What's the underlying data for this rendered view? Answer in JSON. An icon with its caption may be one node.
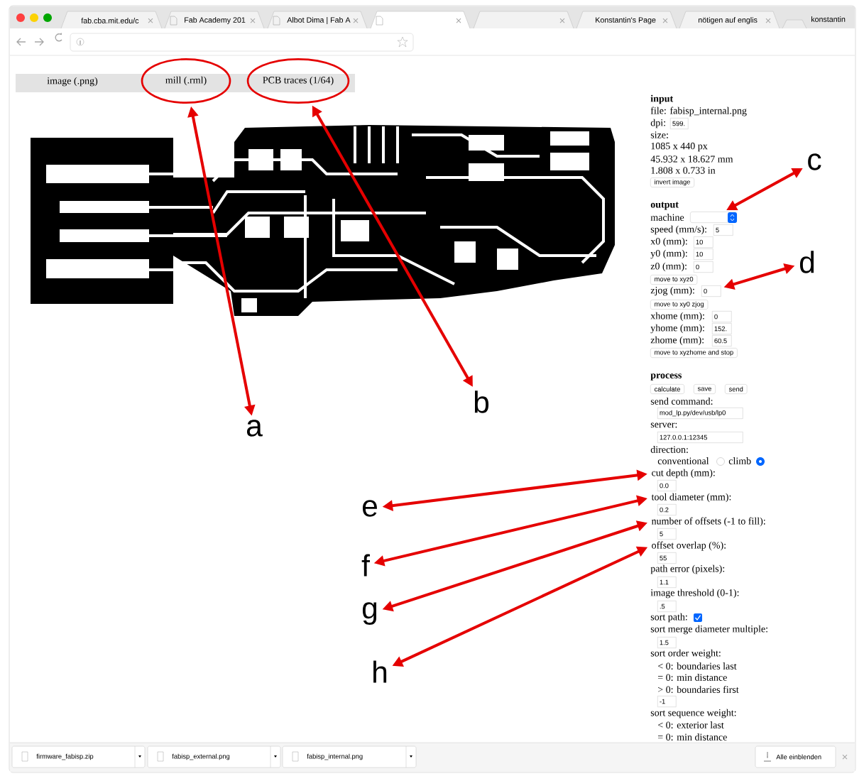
{
  "diagram": {
    "nodes": [
      {
        "text": [
          "mill (.rml)"
        ]
      },
      {
        "text": [
          "PCB traces (1/64)"
        ]
      },
      {
        "text": [
          "a"
        ]
      },
      {
        "text": [
          "b"
        ]
      },
      {
        "text": [
          "c"
        ]
      },
      {
        "text": [],
        "shape": "box"
      },
      {
        "text": [
          "d"
        ]
      },
      {
        "text": [
          "0"
        ]
      },
      {
        "text": [
          "e"
        ]
      },
      {
        "text": [
          "cut depth (mm):"
        ]
      },
      {
        "text": [
          "f"
        ]
      },
      {
        "text": [
          "tool diameter (mm):"
        ]
      },
      {
        "text": [
          "g"
        ]
      },
      {
        "text": [
          "number of offsets (-1 to fill):"
        ]
      },
      {
        "text": [
          "h"
        ]
      },
      {
        "text": [
          "offset overlap (%):"
        ]
      },
      {
        "text": [
          "599."
        ]
      },
      {
        "text": [
          "5"
        ]
      },
      {
        "text": [
          "10"
        ]
      },
      {
        "text": [
          "10"
        ]
      },
      {
        "text": [
          "0"
        ]
      },
      {
        "text": [
          "0"
        ]
      },
      {
        "text": [
          "152."
        ]
      },
      {
        "text": [
          "60.5"
        ]
      },
      {
        "text": [
          "mod_lp.py/dev/usb/lp0"
        ]
      },
      {
        "text": [
          "127.0.0.1:12345"
        ]
      },
      {
        "text": [
          "0.0"
        ]
      },
      {
        "text": [
          "0.2"
        ]
      },
      {
        "text": [
          "5"
        ]
      },
      {
        "text": [
          "55"
        ]
      },
      {
        "text": [
          "1.1"
        ]
      },
      {
        "text": [
          ".5"
        ]
      },
      {
        "text": [
          "1.5"
        ]
      },
      {
        "text": [
          "-1"
        ]
      }
    ],
    "edges": [
      {
        "from": 2,
        "to": 0,
        "arrow": "both"
      },
      {
        "from": 3,
        "to": 1,
        "arrow": "both"
      },
      {
        "from": 4,
        "to": 5,
        "arrow": "both"
      },
      {
        "from": 6,
        "to": 7,
        "arrow": "both"
      },
      {
        "from": 8,
        "to": 9,
        "arrow": "both"
      },
      {
        "from": 10,
        "to": 11,
        "arrow": "both"
      },
      {
        "from": 12,
        "to": 13,
        "arrow": "both"
      },
      {
        "from": 14,
        "to": 15,
        "arrow": "both"
      }
    ],
    "labels": [
      "fab.cba.mit.edu/c",
      "Fab Academy 201",
      "Albot Dima | Fab A",
      "Konstantin's Page",
      "nötigen auf englis",
      "konstantin",
      "image (.png)",
      "input",
      "file: fabisp_internal.png",
      "dpi:",
      "size:",
      "1085 x 440 px",
      "45.932 x 18.627 mm",
      "1.808 x 0.733 in",
      "invert image",
      "output",
      "machine",
      "speed (mm/s):",
      "x0 (mm):",
      "y0 (mm):",
      "z0 (mm):",
      "move to xyz0",
      "zjog (mm):",
      "move to xy0 zjog",
      "xhome (mm):",
      "yhome (mm):",
      "zhome (mm):",
      "move to xyzhome and stop",
      "process",
      "calculate",
      "save",
      "send",
      "send command:",
      "server:",
      "direction:",
      "conventional",
      "climb",
      "path error (pixels):",
      "image threshold (0-1):",
      "sort path:",
      "sort merge diameter multiple:",
      "sort order weight:",
      "< 0: boundaries last",
      "= 0: min distance",
      "> 0: boundaries first",
      "sort sequence weight:",
      "< 0: exterior last",
      "= 0: min distance",
      "firmware_fabisp.zip",
      "fabisp_external.png",
      "fabisp_internal.png",
      "Alle einblenden"
    ]
  }
}
